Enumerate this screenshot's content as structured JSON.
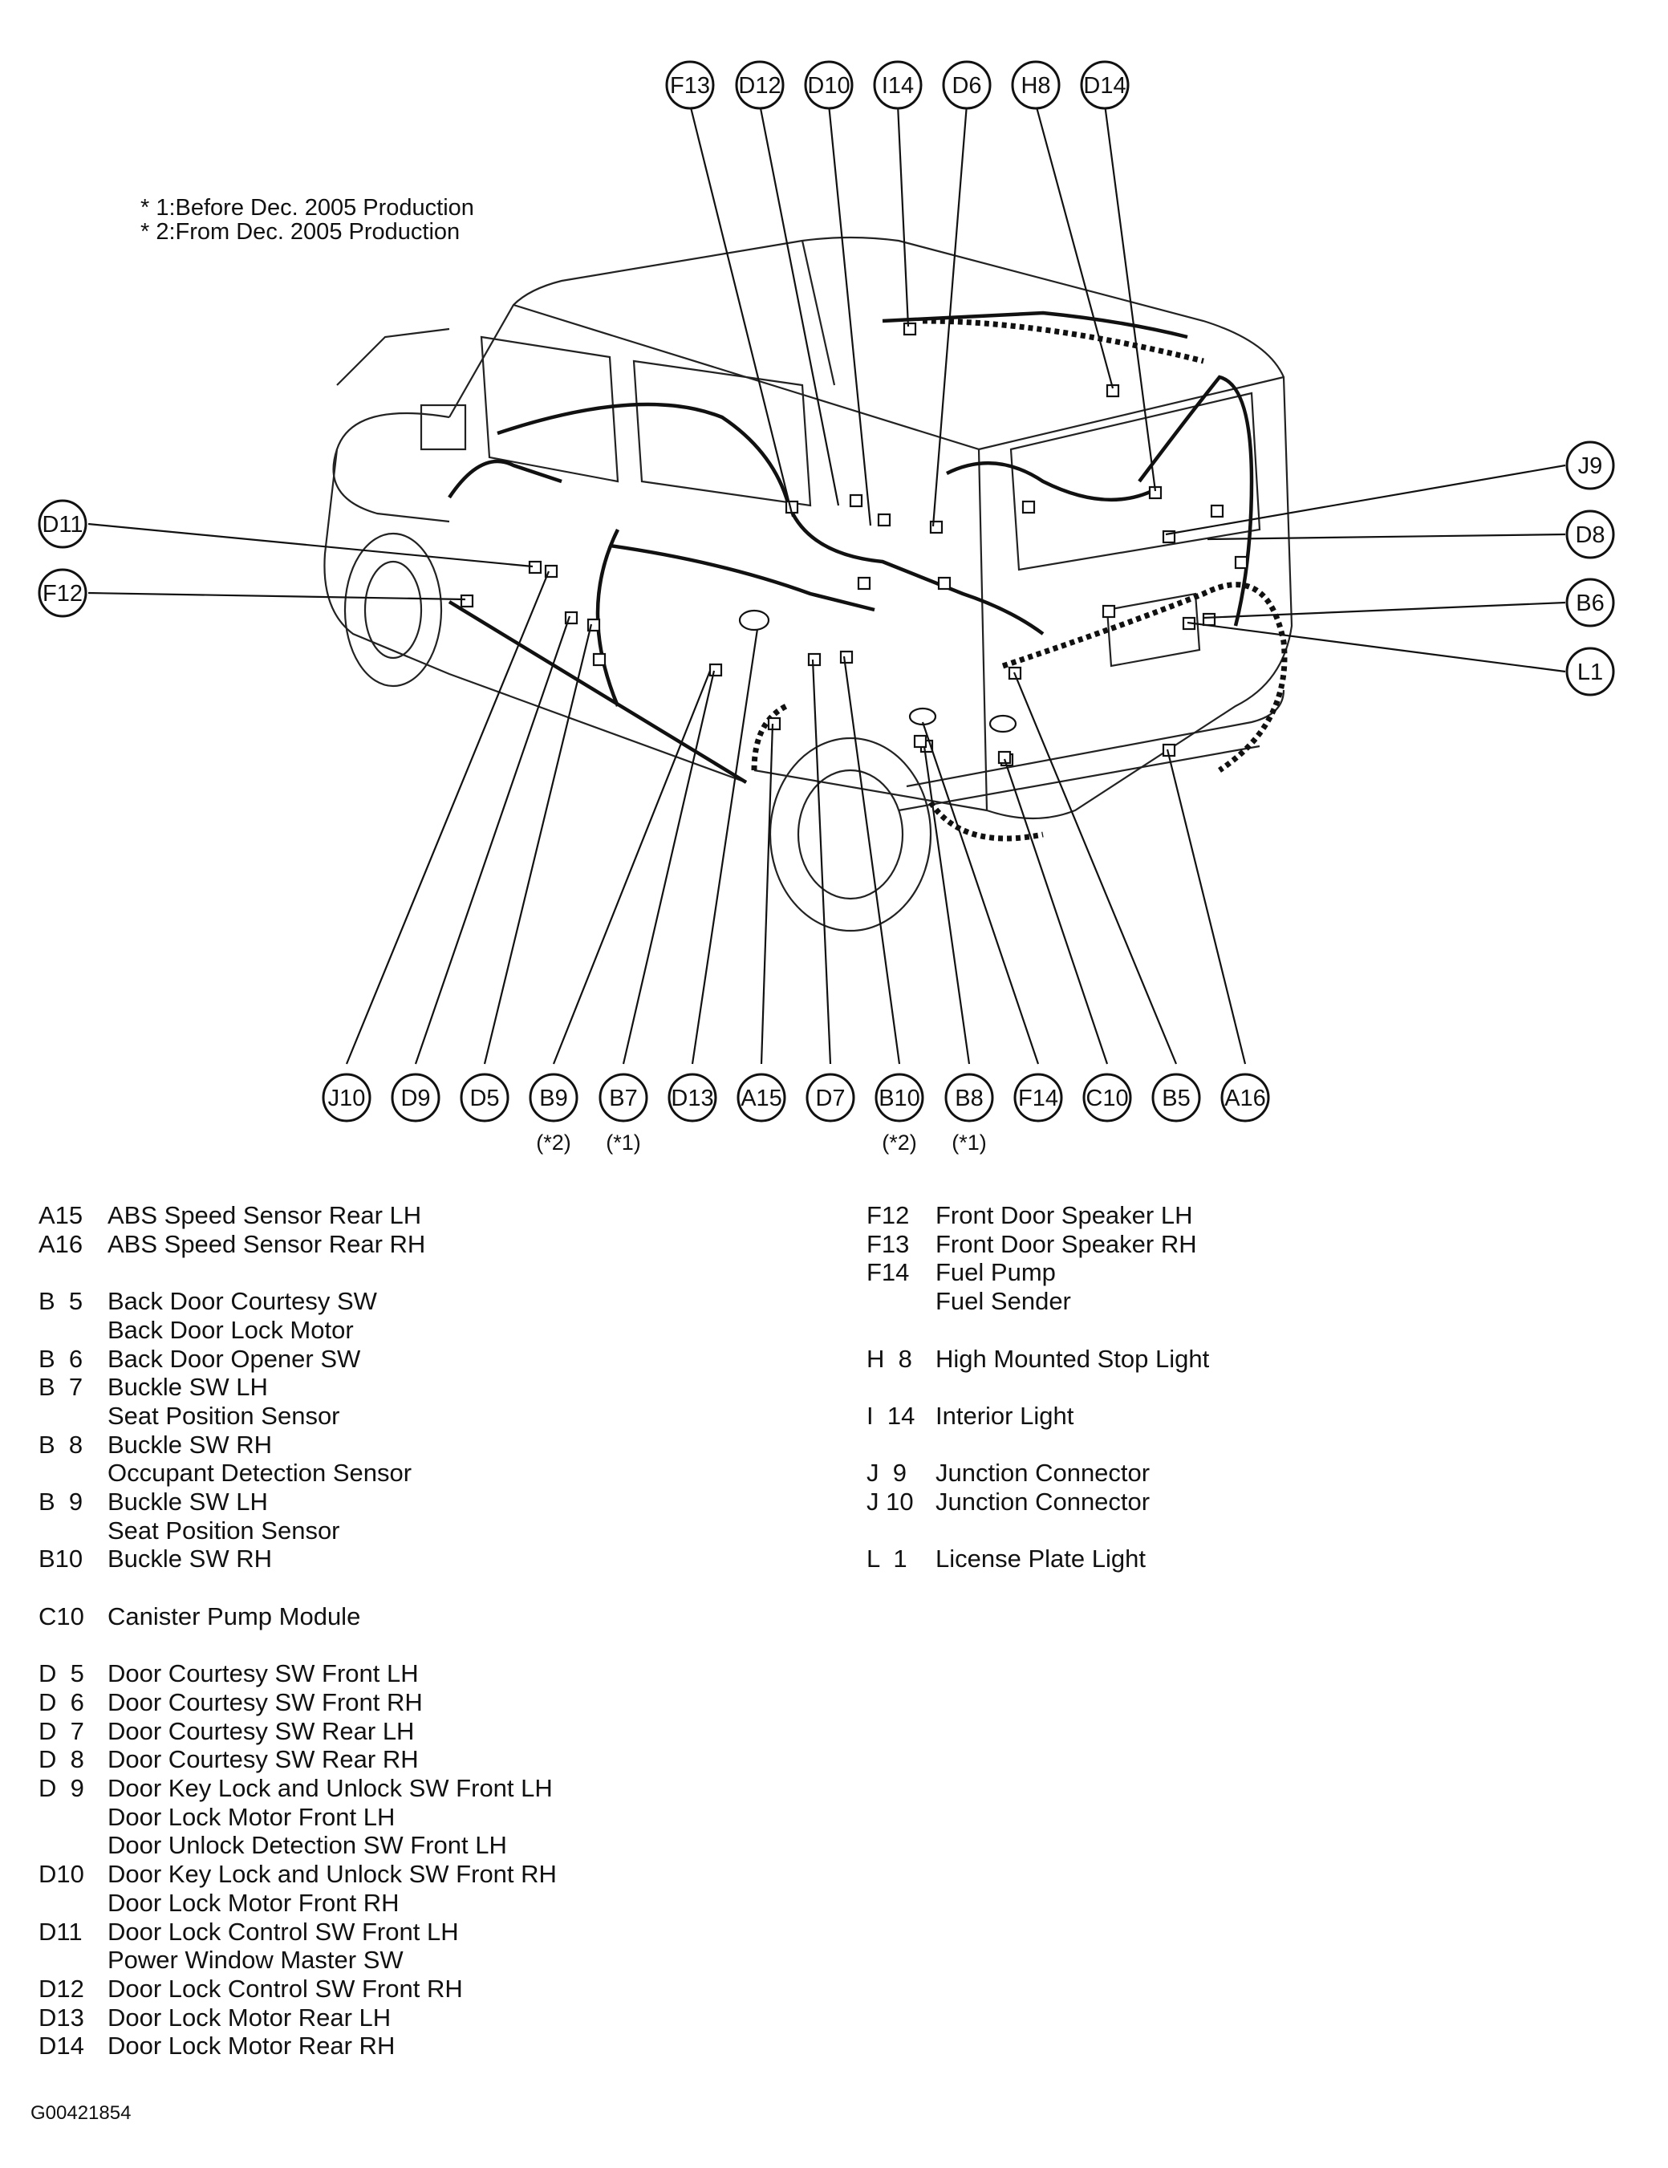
{
  "notes": [
    "* 1:Before Dec. 2005 Production",
    "* 2:From Dec. 2005 Production"
  ],
  "callouts": [
    {
      "id": "F13",
      "label": "F13",
      "sub": ""
    },
    {
      "id": "D12",
      "label": "D12",
      "sub": ""
    },
    {
      "id": "D10",
      "label": "D10",
      "sub": ""
    },
    {
      "id": "I14",
      "label": "I14",
      "sub": ""
    },
    {
      "id": "D6",
      "label": "D6",
      "sub": ""
    },
    {
      "id": "H8",
      "label": "H8",
      "sub": ""
    },
    {
      "id": "D14",
      "label": "D14",
      "sub": ""
    },
    {
      "id": "J9",
      "label": "J9",
      "sub": ""
    },
    {
      "id": "D8",
      "label": "D8",
      "sub": ""
    },
    {
      "id": "B6",
      "label": "B6",
      "sub": ""
    },
    {
      "id": "L1",
      "label": "L1",
      "sub": ""
    },
    {
      "id": "D11",
      "label": "D11",
      "sub": ""
    },
    {
      "id": "F12",
      "label": "F12",
      "sub": ""
    },
    {
      "id": "J10",
      "label": "J10",
      "sub": ""
    },
    {
      "id": "D9",
      "label": "D9",
      "sub": ""
    },
    {
      "id": "D5",
      "label": "D5",
      "sub": ""
    },
    {
      "id": "B9",
      "label": "B9",
      "sub": "(*2)"
    },
    {
      "id": "B7",
      "label": "B7",
      "sub": "(*1)"
    },
    {
      "id": "D13",
      "label": "D13",
      "sub": ""
    },
    {
      "id": "A15",
      "label": "A15",
      "sub": ""
    },
    {
      "id": "D7",
      "label": "D7",
      "sub": ""
    },
    {
      "id": "B10",
      "label": "B10",
      "sub": "(*2)"
    },
    {
      "id": "B8",
      "label": "B8",
      "sub": "(*1)"
    },
    {
      "id": "F14",
      "label": "F14",
      "sub": ""
    },
    {
      "id": "C10",
      "label": "C10",
      "sub": ""
    },
    {
      "id": "B5",
      "label": "B5",
      "sub": ""
    },
    {
      "id": "A16",
      "label": "A16",
      "sub": ""
    }
  ],
  "legend_left": [
    {
      "code": "A15",
      "names": [
        "ABS Speed Sensor Rear LH"
      ]
    },
    {
      "code": "A16",
      "names": [
        "ABS Speed Sensor Rear RH"
      ]
    },
    {
      "gap": true
    },
    {
      "code": "B  5",
      "names": [
        "Back Door Courtesy SW",
        "Back Door Lock Motor"
      ]
    },
    {
      "code": "B  6",
      "names": [
        "Back Door Opener SW"
      ]
    },
    {
      "code": "B  7",
      "names": [
        "Buckle SW LH",
        "Seat Position Sensor"
      ]
    },
    {
      "code": "B  8",
      "names": [
        "Buckle SW RH",
        "Occupant Detection Sensor"
      ]
    },
    {
      "code": "B  9",
      "names": [
        "Buckle SW LH",
        "Seat Position Sensor"
      ]
    },
    {
      "code": "B10",
      "names": [
        "Buckle SW RH"
      ]
    },
    {
      "gap": true
    },
    {
      "code": "C10",
      "names": [
        "Canister Pump Module"
      ]
    },
    {
      "gap": true
    },
    {
      "code": "D  5",
      "names": [
        "Door Courtesy SW Front LH"
      ]
    },
    {
      "code": "D  6",
      "names": [
        "Door Courtesy SW Front RH"
      ]
    },
    {
      "code": "D  7",
      "names": [
        "Door Courtesy SW Rear LH"
      ]
    },
    {
      "code": "D  8",
      "names": [
        "Door Courtesy SW Rear RH"
      ]
    },
    {
      "code": "D  9",
      "names": [
        "Door Key Lock and Unlock SW Front LH",
        "Door Lock Motor Front LH",
        "Door Unlock Detection SW Front LH"
      ]
    },
    {
      "code": "D10",
      "names": [
        "Door Key Lock and Unlock SW Front RH",
        "Door Lock Motor Front RH"
      ]
    },
    {
      "code": "D11",
      "names": [
        "Door Lock Control SW Front LH",
        "Power Window Master SW"
      ]
    },
    {
      "code": "D12",
      "names": [
        "Door Lock Control SW Front RH"
      ]
    },
    {
      "code": "D13",
      "names": [
        "Door Lock Motor Rear LH"
      ]
    },
    {
      "code": "D14",
      "names": [
        "Door Lock Motor Rear RH"
      ]
    }
  ],
  "legend_right": [
    {
      "code": "F12",
      "names": [
        "Front Door Speaker LH"
      ]
    },
    {
      "code": "F13",
      "names": [
        "Front Door Speaker RH"
      ]
    },
    {
      "code": "F14",
      "names": [
        "Fuel Pump",
        "Fuel Sender"
      ]
    },
    {
      "gap": true
    },
    {
      "code": "H  8",
      "names": [
        "High Mounted Stop Light"
      ]
    },
    {
      "gap": true
    },
    {
      "code": "I  14",
      "names": [
        "Interior Light"
      ]
    },
    {
      "gap": true
    },
    {
      "code": "J  9",
      "names": [
        "Junction Connector"
      ]
    },
    {
      "code": "J 10",
      "names": [
        "Junction Connector"
      ]
    },
    {
      "gap": true
    },
    {
      "code": "L  1",
      "names": [
        "License Plate Light"
      ]
    }
  ],
  "figure_id": "G00421854"
}
